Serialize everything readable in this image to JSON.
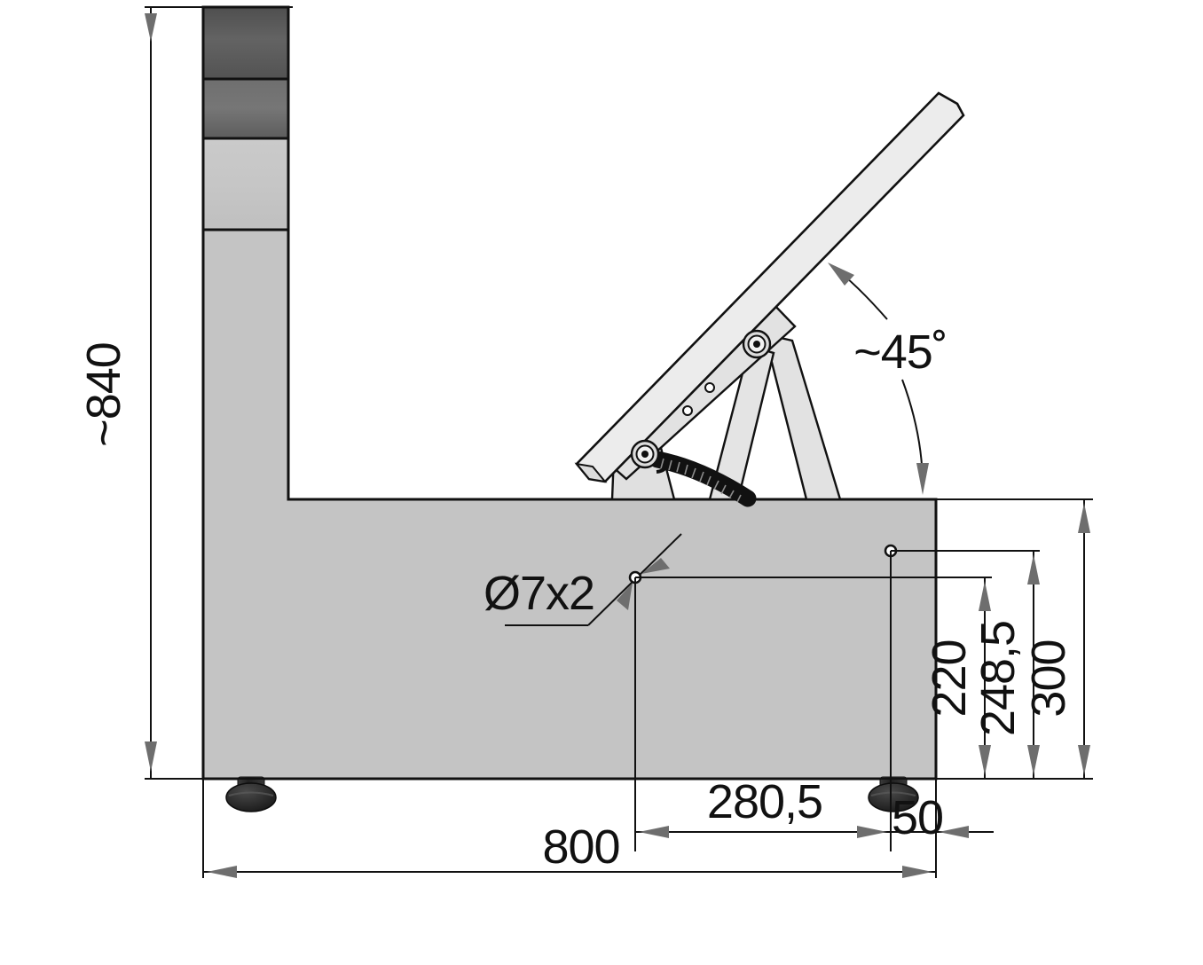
{
  "drawing": {
    "title": "Side elevation technical drawing of tilting console workstation",
    "units": "mm",
    "background_color": "#ffffff",
    "line_color": "#111111",
    "arrow_color": "#6e6e6e",
    "body_fill": "#c0c0c0",
    "panel_fill": "#e8e8e8",
    "stack_colors": {
      "segment_top": "#585858",
      "segment_second": "#6b6b6b",
      "segment_third": "#c4c4c4",
      "column_main": "#c4c4c4"
    },
    "foot_color": "#2b2b2b",
    "hose_color": "#111111"
  },
  "dimensions": {
    "overall_height": "~840",
    "angle": "~45˚",
    "hole_callout": "Ø7x2",
    "height_220": "220",
    "height_248_5": "248,5",
    "height_300": "300",
    "length_800": "800",
    "length_280_5": "280,5",
    "length_50": "50"
  },
  "labels": [
    {
      "id": "overall-height",
      "text": "~840",
      "orientation": "vertical"
    },
    {
      "id": "tilt-angle",
      "text": "~45˚",
      "orientation": "horizontal"
    },
    {
      "id": "hole-callout",
      "text": "Ø7x2",
      "orientation": "horizontal"
    },
    {
      "id": "height-220",
      "text": "220",
      "orientation": "vertical"
    },
    {
      "id": "height-248-5",
      "text": "248,5",
      "orientation": "vertical"
    },
    {
      "id": "height-300",
      "text": "300",
      "orientation": "vertical"
    },
    {
      "id": "length-800",
      "text": "800",
      "orientation": "horizontal"
    },
    {
      "id": "length-280-5",
      "text": "280,5",
      "orientation": "horizontal"
    },
    {
      "id": "length-50",
      "text": "50",
      "orientation": "horizontal"
    }
  ]
}
